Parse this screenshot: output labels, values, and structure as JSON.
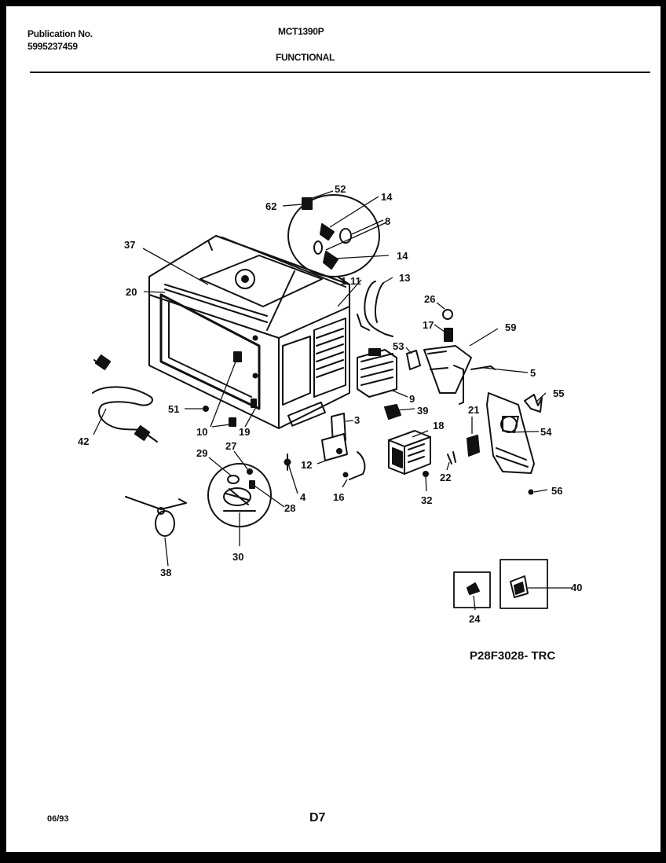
{
  "header": {
    "publication_label": "Publication No.",
    "publication_number": "5995237459",
    "model": "MCT1390P",
    "section": "FUNCTIONAL"
  },
  "diagram": {
    "part_callouts": [
      "1",
      "3",
      "4",
      "5",
      "8",
      "9",
      "10",
      "11",
      "12",
      "13",
      "14",
      "14",
      "16",
      "17",
      "18",
      "19",
      "20",
      "21",
      "22",
      "24",
      "26",
      "27",
      "28",
      "29",
      "30",
      "32",
      "37",
      "38",
      "39",
      "40",
      "42",
      "51",
      "52",
      "53",
      "54",
      "55",
      "56",
      "59",
      "62"
    ],
    "drawing_code": "P28F3028- TRC"
  },
  "footer": {
    "date": "06/93",
    "page": "D7"
  }
}
